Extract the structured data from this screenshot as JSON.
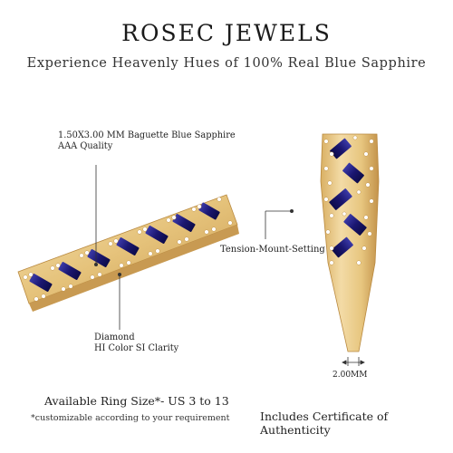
{
  "header": {
    "brand": "ROSEC JEWELS",
    "tagline": "Experience Heavenly Hues of 100% Real Blue Sapphire"
  },
  "callouts": {
    "sapphire_line1": "1.50X3.00 MM Baguette Blue Sapphire",
    "sapphire_line2": "AAA Quality",
    "diamond_line1": "Diamond",
    "diamond_line2": "HI Color SI Clarity",
    "tension": "Tension-Mount-Setting",
    "width": "2.00MM"
  },
  "footer": {
    "ring_size": "Available Ring Size*- US 3 to 13",
    "customize_note": "*customizable according to your requirement",
    "certificate": "Includes Certificate of Authenticity"
  },
  "colors": {
    "gold": "#e9c880",
    "gold_dark": "#b9893f",
    "sapphire": "#1d1a78",
    "diamond": "#ffffff"
  }
}
